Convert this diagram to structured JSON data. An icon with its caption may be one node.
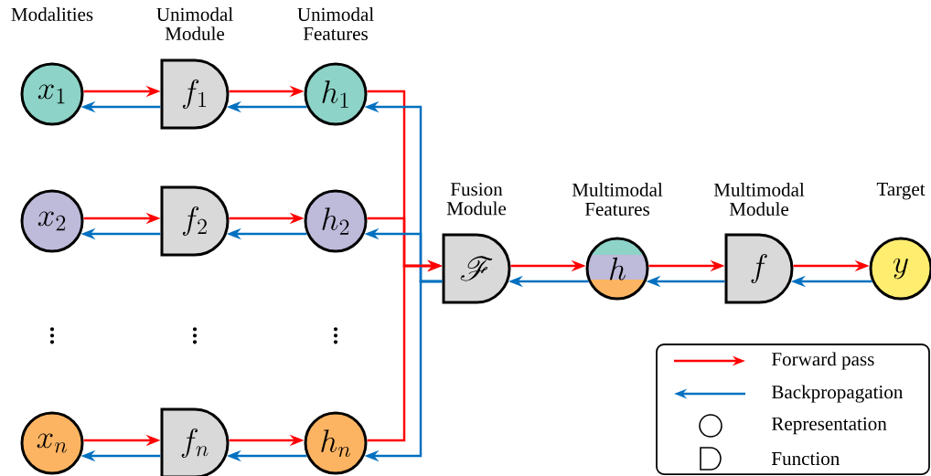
{
  "diagram": {
    "nodes": [
      {
        "text": [
          "Modalities",
          "x_1"
        ]
      },
      {
        "text": [
          "Unimodal Module",
          "f_1"
        ]
      },
      {
        "text": [
          "Unimodal Features",
          "h_1"
        ]
      },
      {
        "text": [
          "x_2"
        ]
      },
      {
        "text": [
          "f_2"
        ]
      },
      {
        "text": [
          "h_2"
        ]
      },
      {
        "text": [
          "x_n"
        ]
      },
      {
        "text": [
          "f_n"
        ]
      },
      {
        "text": [
          "h_n"
        ]
      },
      {
        "text": [
          "Fusion Module",
          "\\mathscr{F}"
        ]
      },
      {
        "text": [
          "Multimodal Features",
          "h"
        ]
      },
      {
        "text": [
          "Multimodal Module",
          "f"
        ]
      },
      {
        "text": [
          "Target",
          "y"
        ]
      }
    ],
    "edges": [
      {
        "from": 0,
        "to": 1,
        "arrow": "to",
        "color": "#ff0000"
      },
      {
        "from": 1,
        "to": 0,
        "arrow": "to",
        "color": "#0070c0"
      },
      {
        "from": 1,
        "to": 2,
        "arrow": "to",
        "color": "#ff0000"
      },
      {
        "from": 2,
        "to": 1,
        "arrow": "to",
        "color": "#0070c0"
      },
      {
        "from": 3,
        "to": 4,
        "arrow": "to",
        "color": "#ff0000"
      },
      {
        "from": 4,
        "to": 3,
        "arrow": "to",
        "color": "#0070c0"
      },
      {
        "from": 4,
        "to": 5,
        "arrow": "to",
        "color": "#ff0000"
      },
      {
        "from": 5,
        "to": 4,
        "arrow": "to",
        "color": "#0070c0"
      },
      {
        "from": 6,
        "to": 7,
        "arrow": "to",
        "color": "#ff0000"
      },
      {
        "from": 7,
        "to": 6,
        "arrow": "to",
        "color": "#0070c0"
      },
      {
        "from": 7,
        "to": 8,
        "arrow": "to",
        "color": "#ff0000"
      },
      {
        "from": 8,
        "to": 7,
        "arrow": "to",
        "color": "#0070c0"
      },
      {
        "from": 2,
        "to": 9,
        "arrow": "to",
        "color": "#ff0000"
      },
      {
        "from": 9,
        "to": 2,
        "arrow": "to",
        "color": "#0070c0"
      },
      {
        "from": 5,
        "to": 9,
        "arrow": "to",
        "color": "#ff0000"
      },
      {
        "from": 9,
        "to": 5,
        "arrow": "to",
        "color": "#0070c0"
      },
      {
        "from": 8,
        "to": 9,
        "arrow": "to",
        "color": "#ff0000"
      },
      {
        "from": 9,
        "to": 8,
        "arrow": "to",
        "color": "#0070c0"
      },
      {
        "from": 9,
        "to": 10,
        "arrow": "to",
        "color": "#ff0000"
      },
      {
        "from": 10,
        "to": 9,
        "arrow": "to",
        "color": "#0070c0"
      },
      {
        "from": 10,
        "to": 11,
        "arrow": "to",
        "color": "#ff0000"
      },
      {
        "from": 11,
        "to": 10,
        "arrow": "to",
        "color": "#0070c0"
      },
      {
        "from": 11,
        "to": 12,
        "arrow": "to",
        "color": "#ff0000"
      },
      {
        "from": 12,
        "to": 11,
        "arrow": "to",
        "color": "#0070c0"
      }
    ],
    "labels": [
      "\\vdots",
      "\\vdots",
      "\\vdots"
    ],
    "legend": [
      {
        "text": "Forward pass"
      },
      {
        "text": "Backpropagation"
      },
      {
        "text": "Representation"
      },
      {
        "text": "Function"
      }
    ]
  }
}
